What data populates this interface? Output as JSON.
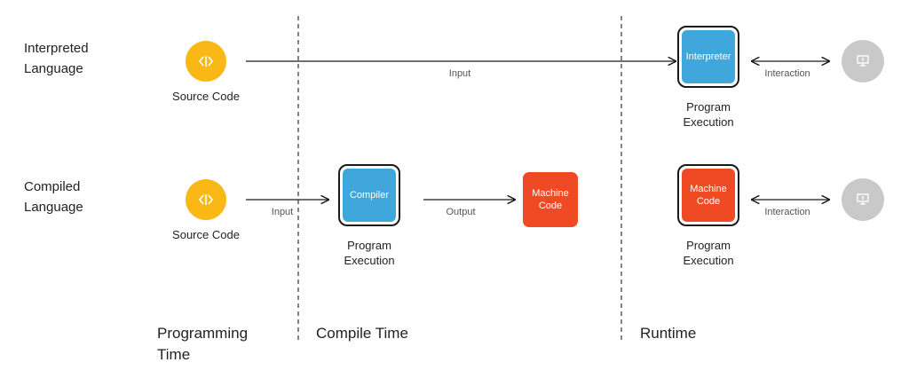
{
  "rows": {
    "interpreted": {
      "label_line1": "Interpreted",
      "label_line2": "Language"
    },
    "compiled": {
      "label_line1": "Compiled",
      "label_line2": "Language"
    }
  },
  "phases": {
    "programming_line1": "Programming",
    "programming_line2": "Time",
    "compile": "Compile Time",
    "runtime": "Runtime"
  },
  "nodes": {
    "source_code": "Source Code",
    "interpreter": "Interpreter",
    "compiler": "Compiler",
    "machine_code_line1": "Machine",
    "machine_code_line2": "Code",
    "program_line1": "Program",
    "program_line2": "Execution"
  },
  "edges": {
    "input": "Input",
    "output": "Output",
    "interaction": "Interaction"
  },
  "colors": {
    "source": "#F9B815",
    "interpreter": "#3FA7DB",
    "compiler": "#3FA7DB",
    "machine_code": "#EF4A23",
    "device": "#C9C9C9",
    "line": "#1a1a1a"
  },
  "icons": {
    "source": "code-brackets-icon",
    "device": "monitor-icon"
  }
}
